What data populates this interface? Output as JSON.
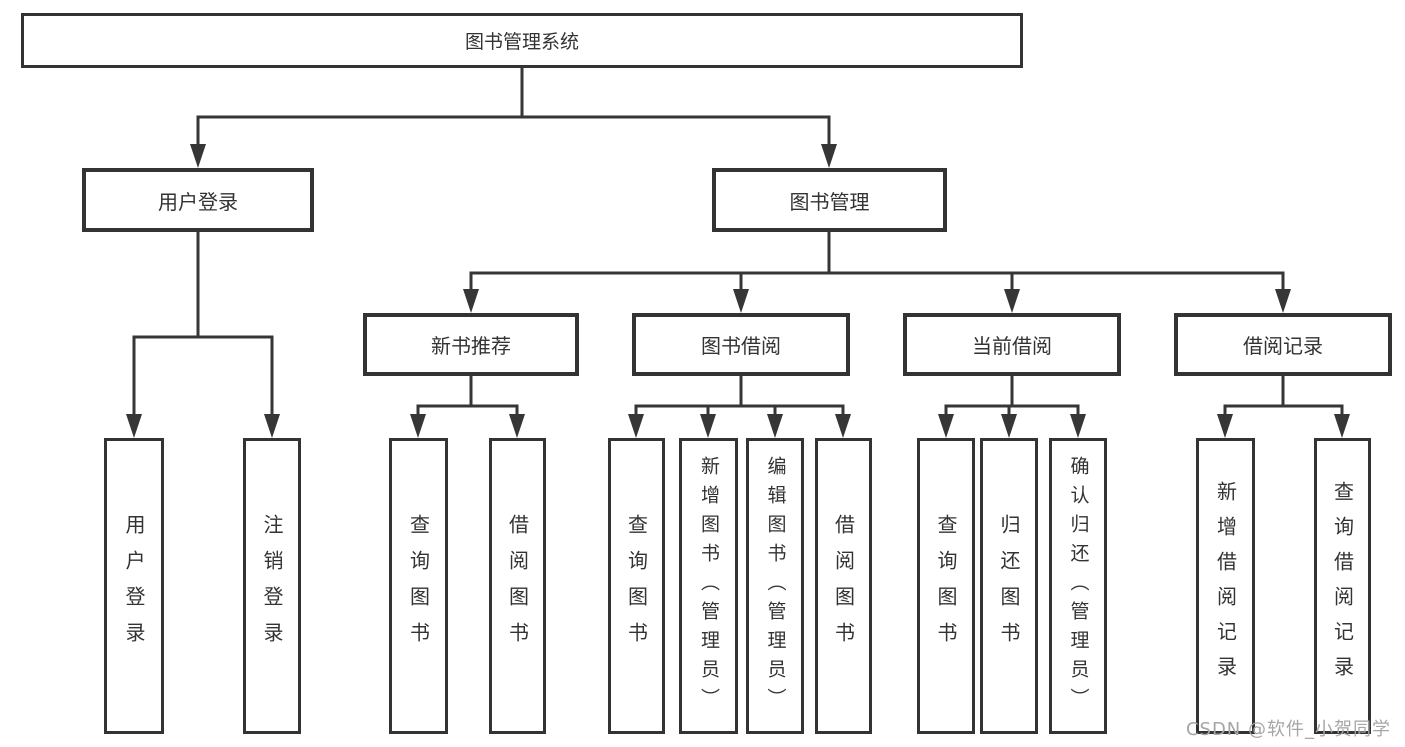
{
  "diagram_title": "图书管理系统",
  "colors": {
    "line": "#363636",
    "box_border": "#333333",
    "text": "#333333",
    "background": "#ffffff",
    "watermark": "#a6a6a6"
  },
  "nodes": {
    "root": {
      "label": "图书管理系统"
    },
    "user_login": {
      "label": "用户登录"
    },
    "book_management": {
      "label": "图书管理"
    },
    "new_book_recommend": {
      "label": "新书推荐"
    },
    "book_borrowing": {
      "label": "图书借阅"
    },
    "current_borrowing": {
      "label": "当前借阅"
    },
    "borrowing_records": {
      "label": "借阅记录"
    },
    "leaf_user_login": {
      "label": "用户登录"
    },
    "leaf_logout": {
      "label": "注销登录"
    },
    "leaf_query_books_recommend": {
      "label": "查询图书"
    },
    "leaf_borrow_books_recommend": {
      "label": "借阅图书"
    },
    "leaf_query_books_borrowing": {
      "label": "查询图书"
    },
    "leaf_add_books_admin": {
      "label": "新增图书（管理员）"
    },
    "leaf_edit_books_admin": {
      "label": "编辑图书（管理员）"
    },
    "leaf_borrow_books_borrowing": {
      "label": "借阅图书"
    },
    "leaf_query_books_current": {
      "label": "查询图书"
    },
    "leaf_return_books": {
      "label": "归还图书"
    },
    "leaf_confirm_return_admin": {
      "label": "确认归还（管理员）"
    },
    "leaf_add_borrow_record": {
      "label": "新增借阅记录"
    },
    "leaf_query_borrow_record": {
      "label": "查询借阅记录"
    }
  },
  "watermark": {
    "text": "CSDN @软件_小贺同学"
  }
}
